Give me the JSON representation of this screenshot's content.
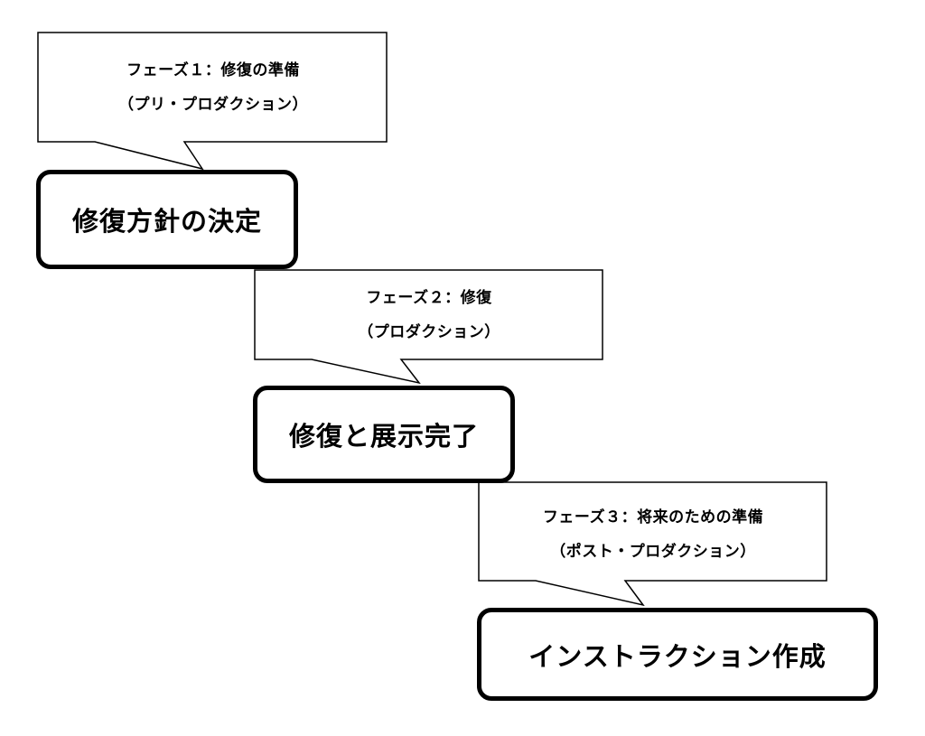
{
  "phases": [
    {
      "line1": "フェーズ１：修復の準備",
      "line2": "（プリ・プロダクション）"
    },
    {
      "line1": "フェーズ２：修復",
      "line2": "（プロダクション）"
    },
    {
      "line1": "フェーズ３：将来のための準備",
      "line2": "（ポスト・プロダクション）"
    }
  ],
  "milestones": [
    "修復方針の決定",
    "修復と展示完了",
    "インストラクション作成"
  ]
}
